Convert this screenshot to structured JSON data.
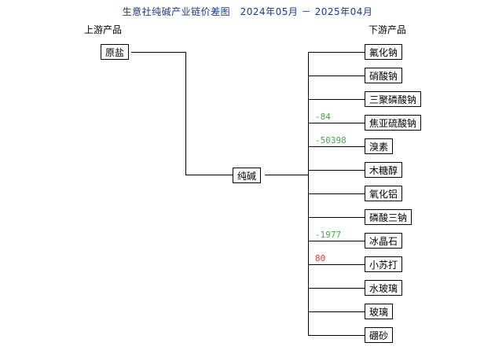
{
  "title": "生意社纯碱产业链价差图　2024年05月 － 2025年04月",
  "labels": {
    "upstream": "上游产品",
    "downstream": "下游产品"
  },
  "upstream": [
    {
      "name": "原盐"
    }
  ],
  "center": {
    "name": "纯碱"
  },
  "downstream": [
    {
      "name": "氟化钠",
      "diff": ""
    },
    {
      "name": "硝酸钠",
      "diff": ""
    },
    {
      "name": "三聚磷酸钠",
      "diff": ""
    },
    {
      "name": "焦亚硫酸钠",
      "diff": "-84"
    },
    {
      "name": "溴素",
      "diff": "-50398"
    },
    {
      "name": "木糖醇",
      "diff": ""
    },
    {
      "name": "氧化铝",
      "diff": ""
    },
    {
      "name": "磷酸三钠",
      "diff": ""
    },
    {
      "name": "冰晶石",
      "diff": "-1977"
    },
    {
      "name": "小苏打",
      "diff": "80"
    },
    {
      "name": "水玻璃",
      "diff": ""
    },
    {
      "name": "玻璃",
      "diff": ""
    },
    {
      "name": "硼砂",
      "diff": ""
    }
  ],
  "colors": {
    "title": "#1a3a8a",
    "negative": "#3cb043",
    "positive": "#e03a3a"
  }
}
